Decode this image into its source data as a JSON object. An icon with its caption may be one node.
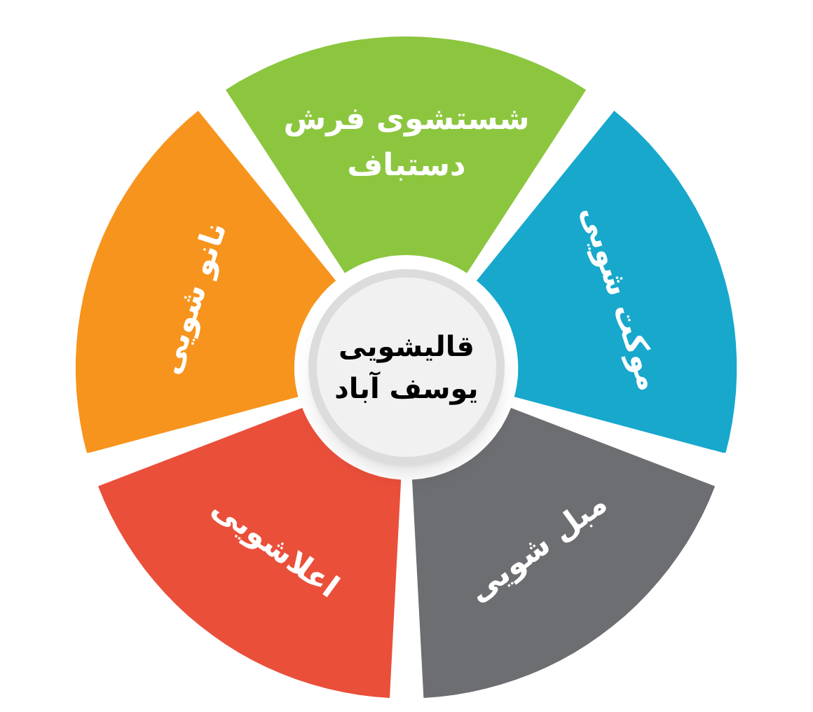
{
  "diagram": {
    "nodes": [
      {
        "text": [
          "قالیشویی یوسف آباد"
        ]
      },
      {
        "text": [
          "شستشوی فرش دستباف"
        ]
      },
      {
        "text": [
          "موکت شویی"
        ]
      },
      {
        "text": [
          "مبل شویی"
        ]
      },
      {
        "text": [
          "اعلاشویی"
        ]
      },
      {
        "text": [
          "نانو شویی"
        ]
      }
    ]
  }
}
